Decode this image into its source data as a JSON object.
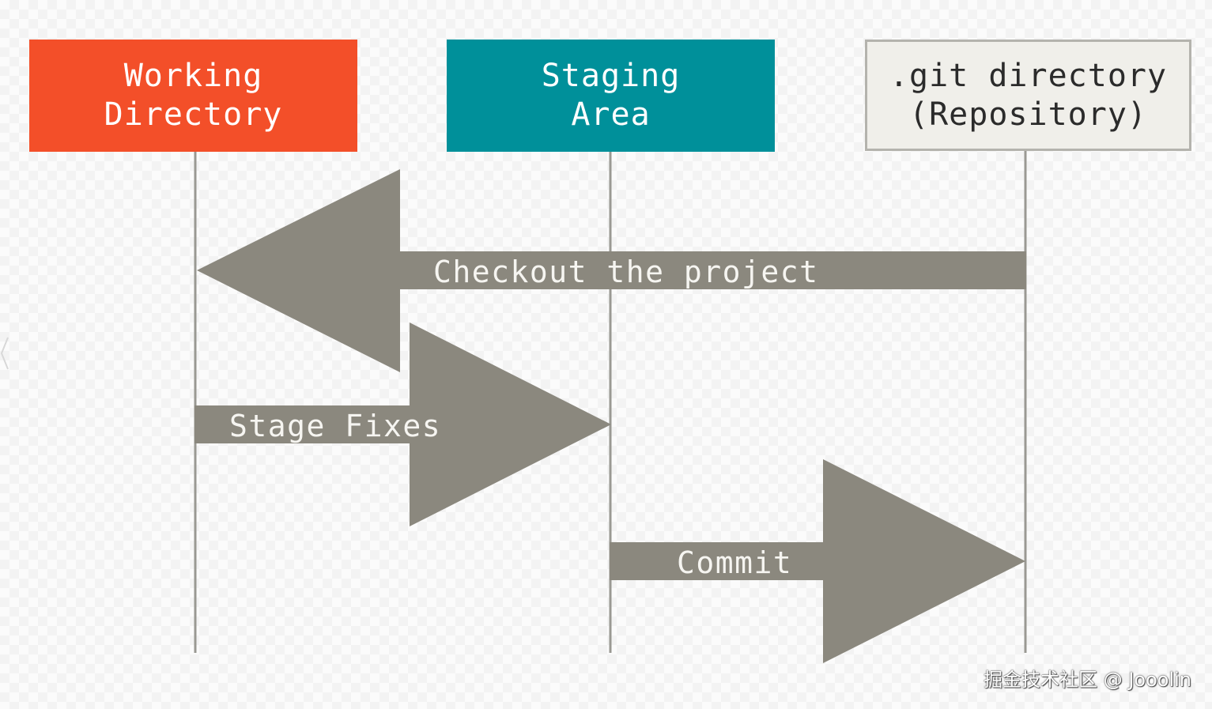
{
  "boxes": {
    "working": {
      "line1": "Working",
      "line2": "Directory"
    },
    "staging": {
      "line1": "Staging",
      "line2": "Area"
    },
    "git": {
      "line1": ".git directory",
      "line2": "(Repository)"
    }
  },
  "arrows": {
    "checkout": "Checkout the project",
    "stage": "Stage Fixes",
    "commit": "Commit"
  },
  "watermark": "掘金技术社区 @ Jooolin",
  "colors": {
    "working_box": "#f34f29",
    "staging_box": "#00909a",
    "git_box": "#f0efea",
    "arrow": "#8b887e",
    "lifeline": "#9a9993"
  }
}
